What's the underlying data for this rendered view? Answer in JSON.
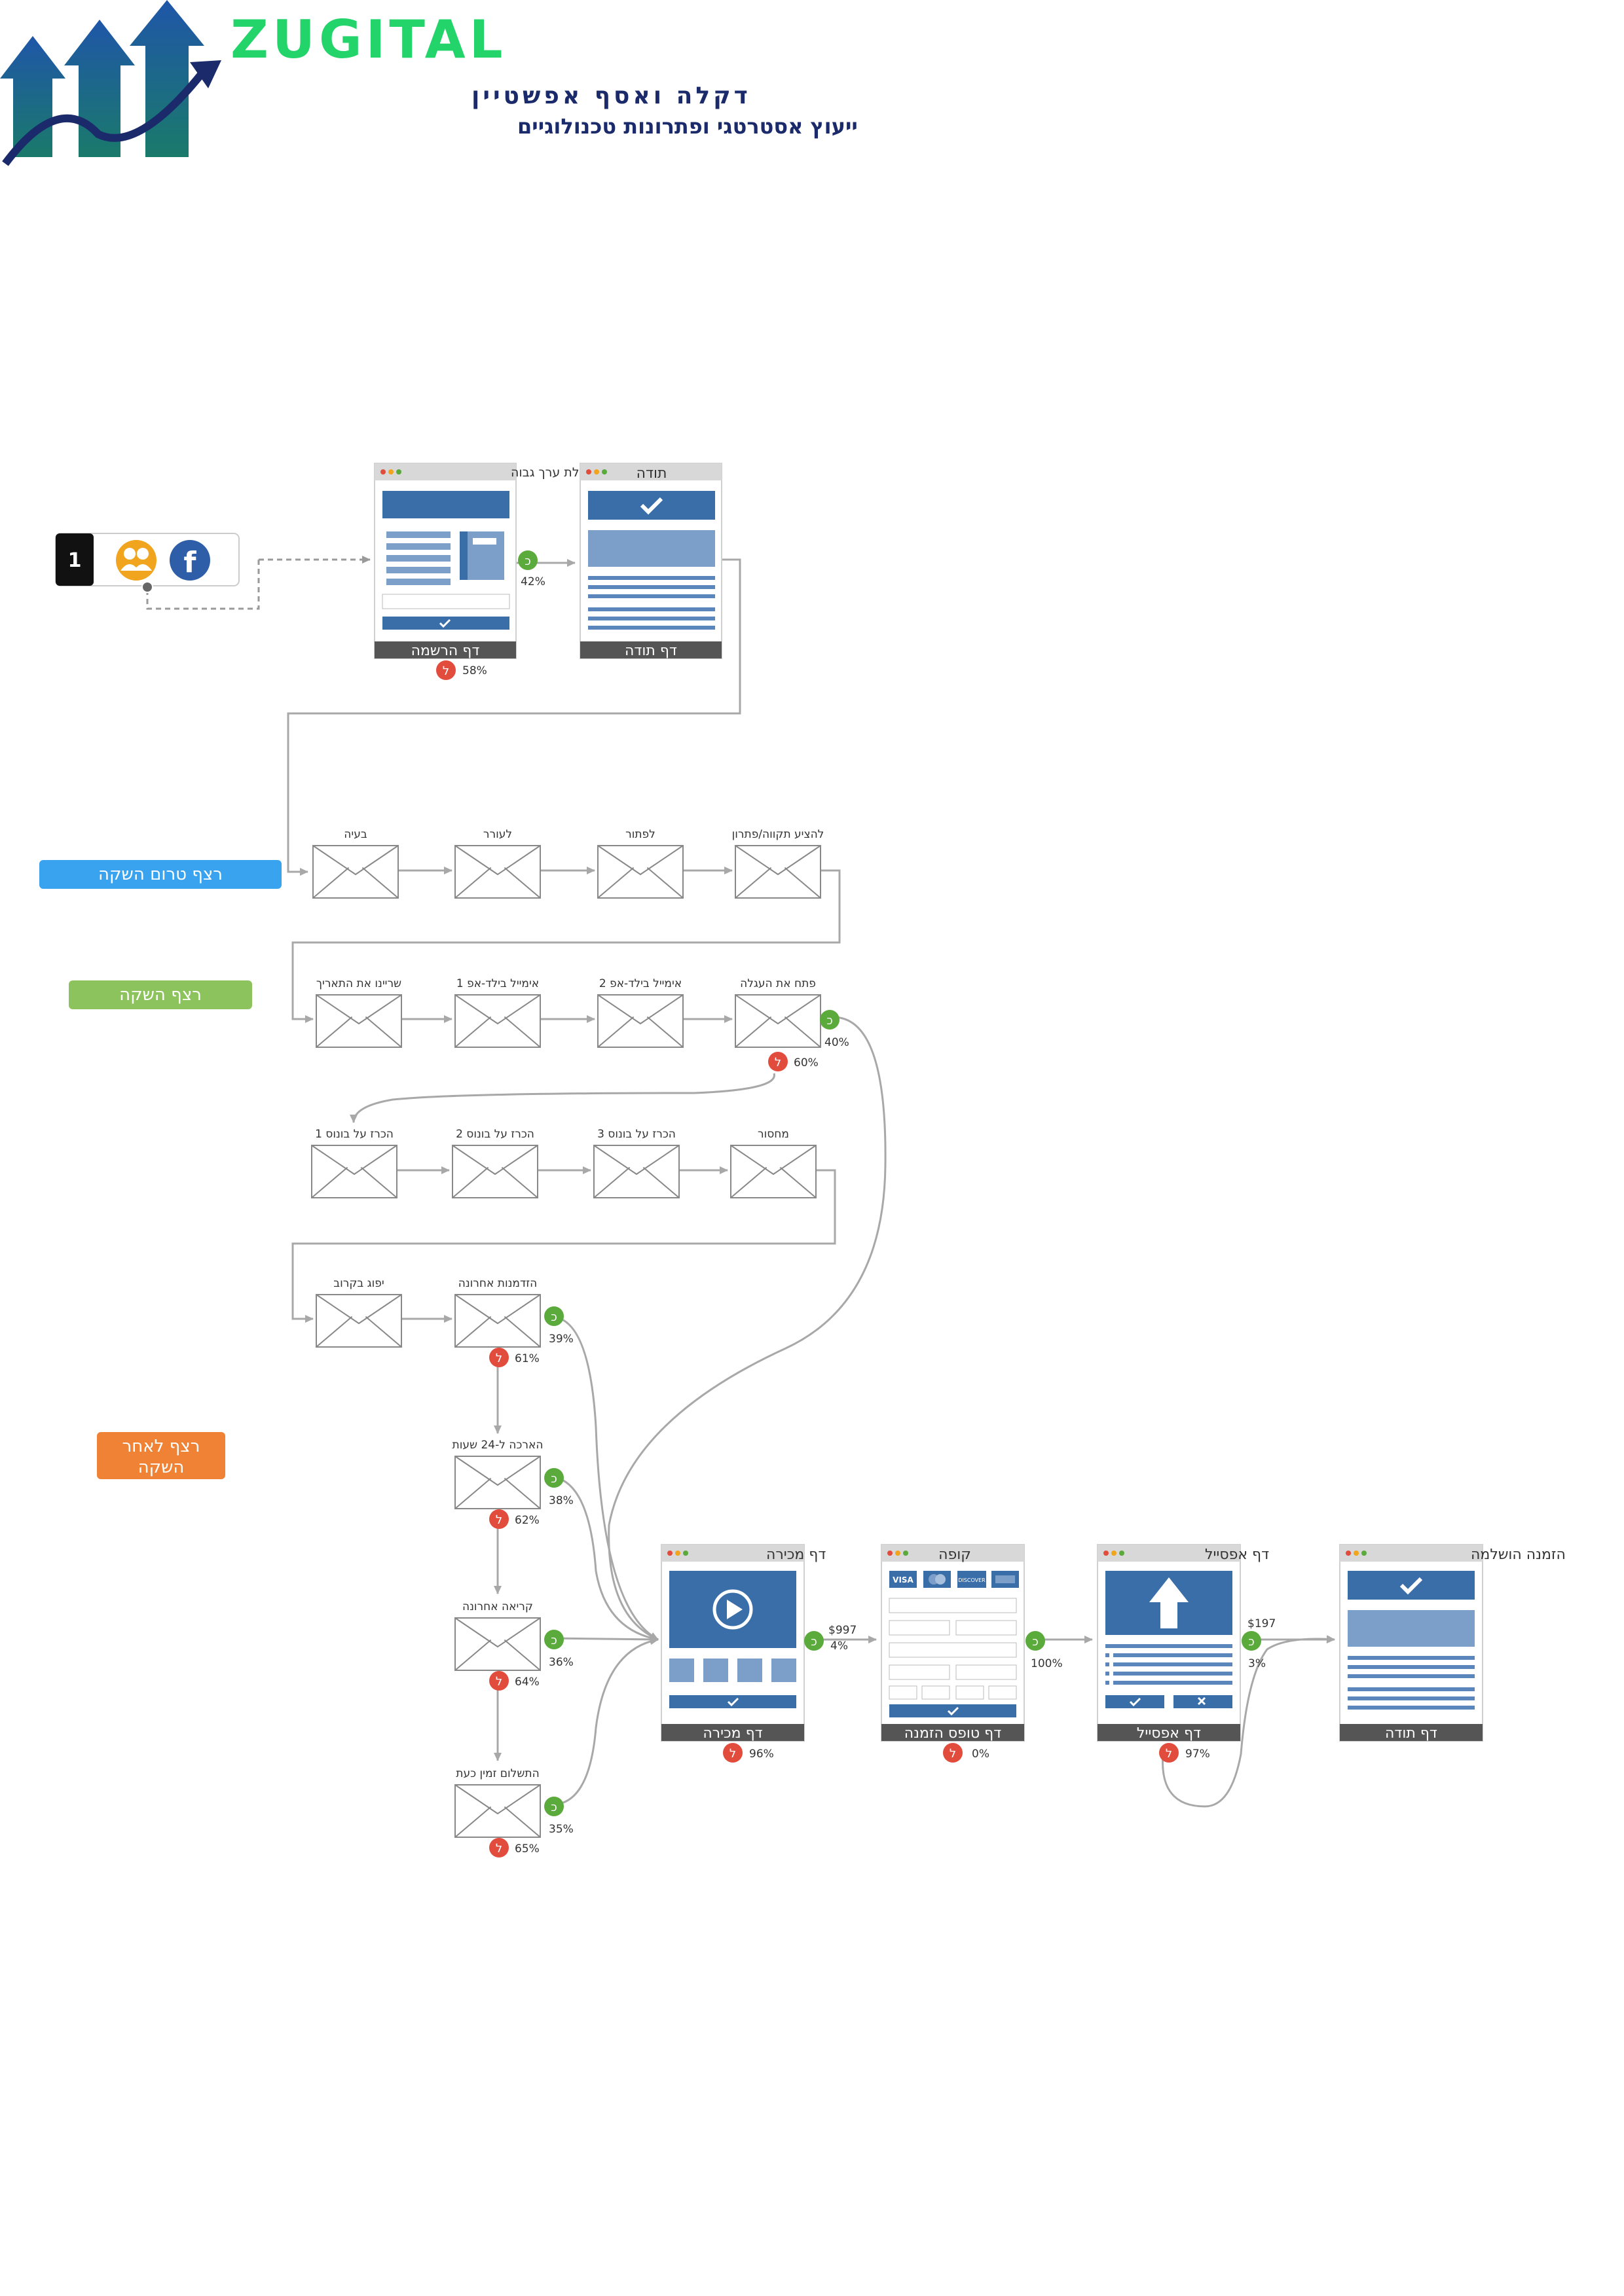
{
  "header": {
    "brand_name": "ZUGITAL",
    "owner_name": "דקלה ואסף אפשטיין",
    "tagline": "ייעוץ אסטרטגי ופתרונות טכנולוגיים"
  },
  "colors": {
    "green": "#5aaa3c",
    "red": "#e24c3c",
    "page_blue": "#3a6ea8",
    "page_light_blue": "#7b9fc8",
    "phase_pre": "#3aa3f0",
    "phase_launch": "#8cc35c",
    "phase_post": "#f08236",
    "brand_green": "#22d46a"
  },
  "source": {
    "step_number": "1",
    "icons": [
      "facebook-icon",
      "audience-icon"
    ]
  },
  "phases": {
    "pre_launch": "רצף טרום השקה",
    "launch": "רצף השקה",
    "post_launch": "רצף לאחר השקה"
  },
  "pages": {
    "optin": {
      "title": "הורדה בעלת ערך גבוה",
      "label": "דף הרשמה",
      "yes": "כ",
      "yes_pct": "42%",
      "no": "ל",
      "no_pct": "58%"
    },
    "thanks1": {
      "title": "תודה",
      "label": "דף תודה"
    },
    "sales": {
      "title": "דף מכירה",
      "label": "דף מכירה",
      "yes": "כ",
      "price": "$997",
      "yes_pct": "4%",
      "no": "ל",
      "no_pct": "96%"
    },
    "checkout": {
      "title": "קופה",
      "label": "דף טופס הזמנה",
      "yes": "כ",
      "yes_pct": "100%",
      "no": "ל",
      "no_pct": "0%",
      "card_labels": [
        "VISA",
        "DISCOVER"
      ]
    },
    "upsell": {
      "title": "דף אפסייל",
      "label": "דף אפסייל",
      "yes": "כ",
      "price": "$197",
      "yes_pct": "3%",
      "no": "ל",
      "no_pct": "97%"
    },
    "thanks2": {
      "title": "הזמנה הושלמה",
      "label": "דף תודה"
    }
  },
  "emails": {
    "row1": [
      "בעיה",
      "לעורר",
      "לפתור",
      "להציע תקווה/פתרון"
    ],
    "row2": [
      "שריינו את התאריך",
      "אימייל בילד-אפ 1",
      "אימייל בילד-אפ 2",
      "פתח את העגלה"
    ],
    "row2_open_cart": {
      "yes": "כ",
      "yes_pct": "40%",
      "no": "ל",
      "no_pct": "60%"
    },
    "row3": [
      "הכרז על בונוס 1",
      "הכרז על בונוס 2",
      "הכרז על בונוס 3",
      "מחסור"
    ],
    "row4": [
      "יפוג בקרוב",
      "הזדמנות אחרונה"
    ],
    "followups": [
      {
        "label": "הזדמנות אחרונה",
        "yes": "כ",
        "yes_pct": "39%",
        "no": "ל",
        "no_pct": "61%"
      },
      {
        "label": "הארכה ל-24 שעות",
        "yes": "כ",
        "yes_pct": "38%",
        "no": "ל",
        "no_pct": "62%"
      },
      {
        "label": "קריאה אחרונה",
        "yes": "כ",
        "yes_pct": "36%",
        "no": "ל",
        "no_pct": "64%"
      },
      {
        "label": "התשלום זמין כעת",
        "yes": "כ",
        "yes_pct": "35%",
        "no": "ל",
        "no_pct": "65%"
      }
    ]
  }
}
